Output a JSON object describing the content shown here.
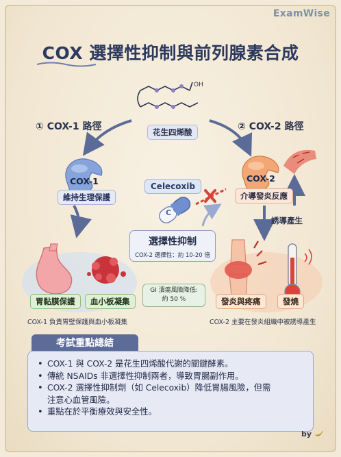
{
  "brand": "ExamWise",
  "title": "COX 選擇性抑制與前列腺素合成",
  "substrate": {
    "label": "花生四烯酸",
    "chem_label": "OH"
  },
  "pathways": {
    "cox1": {
      "heading": "① COX-1 路徑",
      "enzyme": "COX-1",
      "role": "維持生理保護"
    },
    "cox2": {
      "heading": "② COX-2 路徑",
      "enzyme": "COX-2",
      "role": "介導發炎反應",
      "induced": "誘導產生"
    }
  },
  "drug": {
    "name": "Celecoxib",
    "capsule_letter": "C",
    "box_title": "選擇性抑制",
    "box_sub": "COX-2 選擇性：約 10-20 倍",
    "gi_line1": "GI 潰瘍風險降低:",
    "gi_line2": "約 50 %"
  },
  "effects": {
    "left": {
      "tag1": "胃黏膜保護",
      "tag2": "血小板凝集",
      "caption": "COX-1 負責胃壁保護與血小板凝集"
    },
    "right": {
      "tag1": "發炎與疼痛",
      "tag2": "發燒",
      "caption": "COX-2 主要在發炎組織中被誘導產生"
    }
  },
  "summary": {
    "heading": "考試重點總結",
    "items": [
      "COX-1 與 COX-2 是花生四烯酸代謝的關鍵酵素。",
      "傳統 NSAIDs 非選擇性抑制兩者，導致胃腸副作用。",
      "COX-2 選擇性抑制劑（如 Celecoxib）降低胃腸風險，但需",
      "注意心血管風險。",
      "重點在於平衡療效與安全性。"
    ]
  },
  "signature": "by",
  "colors": {
    "background": "#f3ead9",
    "navy": "#2d3a5e",
    "cox1_blue": "#7f9dd6",
    "cox2_orange": "#f0a06e",
    "inhibit_red": "#d6453c",
    "summary_tab": "#5d6b98"
  }
}
